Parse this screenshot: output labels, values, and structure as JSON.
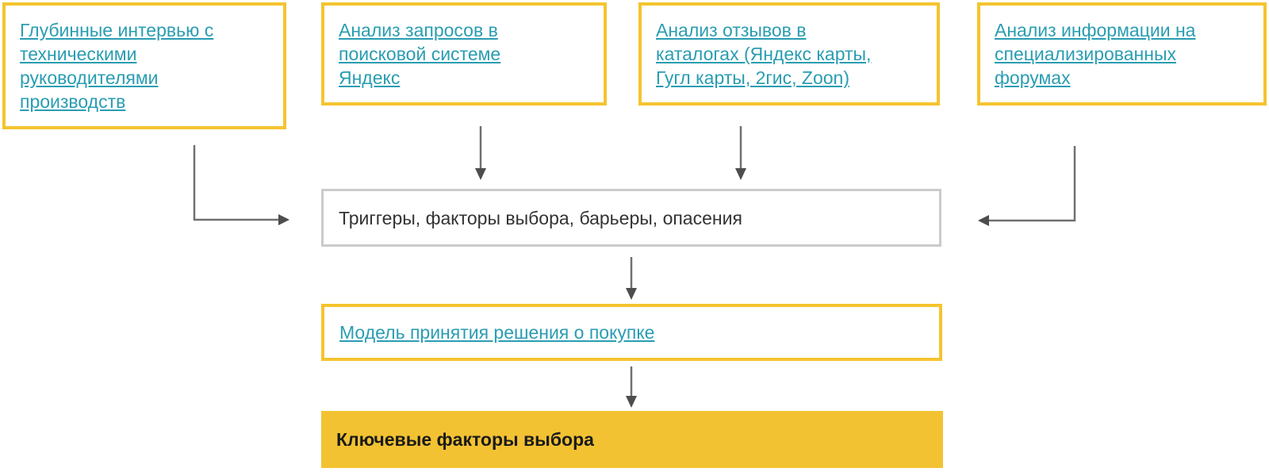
{
  "diagram": {
    "title": "Research methodology flow",
    "sources": [
      {
        "id": "interviews",
        "label": "Глубинные интервью с\nтехническими\nруководителями\nпроизводств"
      },
      {
        "id": "search-queries",
        "label": "Анализ запросов в\nпоисковой системе\nЯндекс"
      },
      {
        "id": "catalog-reviews",
        "label": "Анализ отзывов в\nкаталогах (Яндекс карты,\nГугл карты, 2гис, Zoon)"
      },
      {
        "id": "forums",
        "label": "Анализ информации на\nспециализированных\nфорумах"
      }
    ],
    "triggers_box": {
      "label": "Триггеры, факторы выбора, барьеры, опасения"
    },
    "model_box": {
      "label": "Модель принятия решения о покупке"
    },
    "result_box": {
      "label": "Ключевые факторы выбора"
    },
    "connectors": [
      {
        "from": "interviews",
        "to": "triggers_box",
        "shape": "elbow-right"
      },
      {
        "from": "search-queries",
        "to": "triggers_box",
        "shape": "straight-down"
      },
      {
        "from": "catalog-reviews",
        "to": "triggers_box",
        "shape": "straight-down"
      },
      {
        "from": "forums",
        "to": "triggers_box",
        "shape": "elbow-left"
      },
      {
        "from": "triggers_box",
        "to": "model_box",
        "shape": "straight-down"
      },
      {
        "from": "model_box",
        "to": "result_box",
        "shape": "straight-down"
      }
    ],
    "colors": {
      "accent_yellow_border": "#F5C42F",
      "result_fill_yellow": "#F2C232",
      "link_teal": "#2A9DB2",
      "gray_box_border": "#CBCBCB",
      "arrow_line_gray": "#707070",
      "arrow_head_gray": "#4d4d4d",
      "text_dark": "#333333"
    }
  }
}
